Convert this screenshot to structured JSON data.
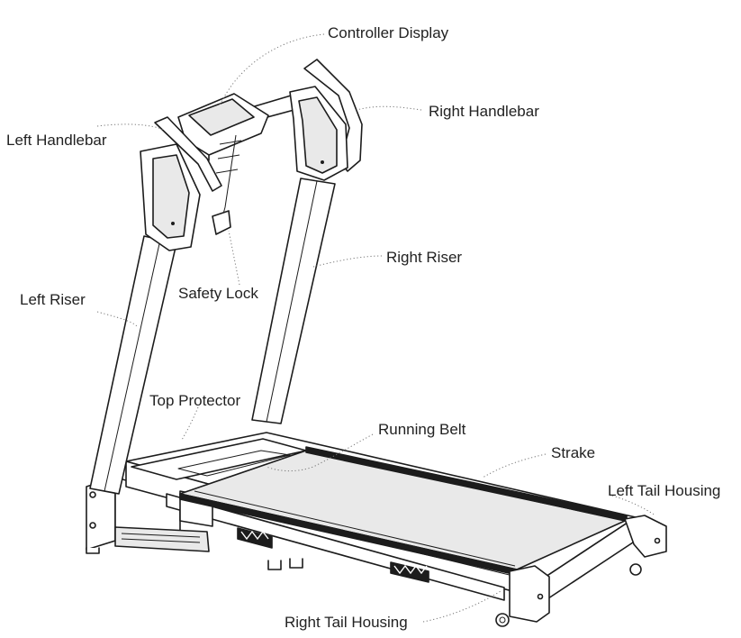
{
  "labels": {
    "controller_display": "Controller Display",
    "right_handlebar": "Right Handlebar",
    "left_handlebar": "Left Handlebar",
    "right_riser": "Right Riser",
    "safety_lock": "Safety Lock",
    "left_riser": "Left Riser",
    "top_protector": "Top Protector",
    "running_belt": "Running Belt",
    "strake": "Strake",
    "left_tail_housing": "Left Tail Housing",
    "right_tail_housing": "Right Tail Housing"
  }
}
